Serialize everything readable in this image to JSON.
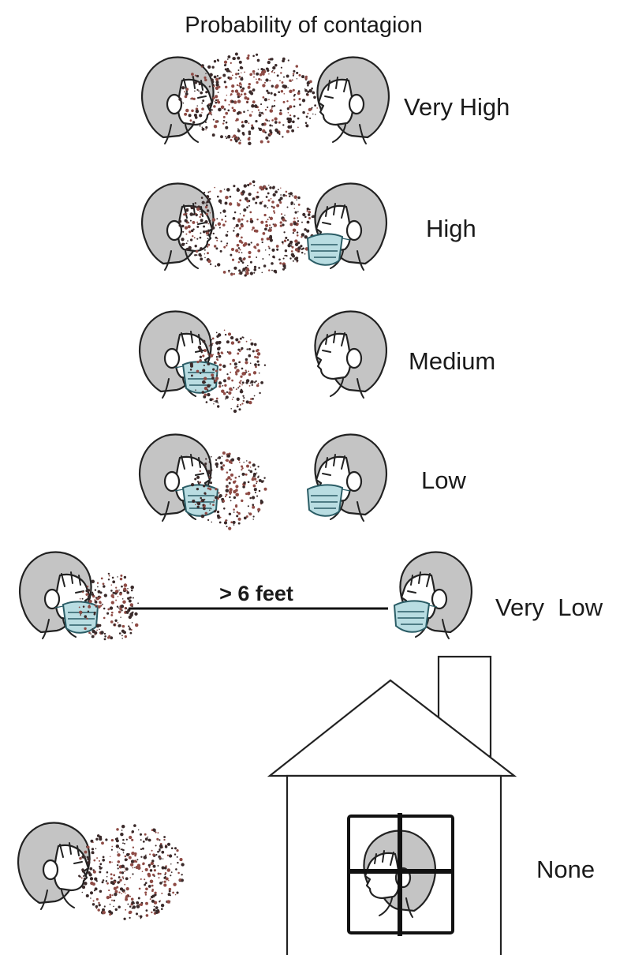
{
  "title": "Probability of contagion",
  "rows": [
    {
      "label": "Very High",
      "left_mask": false,
      "right_mask": false,
      "cloud": "large"
    },
    {
      "label": "High",
      "left_mask": false,
      "right_mask": true,
      "cloud": "large"
    },
    {
      "label": "Medium",
      "left_mask": true,
      "right_mask": false,
      "cloud": "small"
    },
    {
      "label": "Low",
      "left_mask": true,
      "right_mask": true,
      "cloud": "small"
    },
    {
      "label": "Very  Low",
      "left_mask": true,
      "right_mask": true,
      "cloud": "small",
      "distance_label": "> 6 feet"
    },
    {
      "label": "None",
      "left_mask": false,
      "right_mask": false,
      "cloud": "large",
      "indoors": true
    }
  ],
  "colors": {
    "hair": "#c4c4c4",
    "outline": "#222222",
    "mask": "#b9dde2",
    "droplet_dark": "#3a2a2a",
    "droplet_red": "#8e4b45"
  }
}
